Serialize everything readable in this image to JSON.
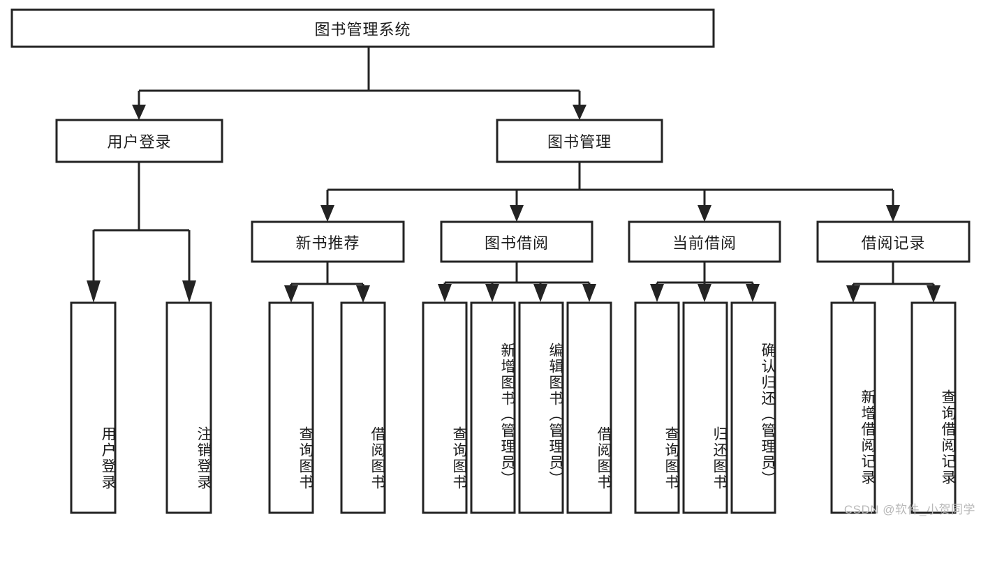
{
  "diagram": {
    "type": "tree-hierarchy",
    "title": "图书管理系统",
    "watermark": "CSDN @软件_小贺同学",
    "colors": {
      "stroke": "#232323",
      "fill": "#ffffff",
      "text": "#1c1c1c",
      "watermark": "#b9b9b9",
      "background": "#ffffff"
    },
    "root": {
      "label": "图书管理系统",
      "orientation": "horizontal"
    },
    "level1": [
      {
        "label": "用户登录",
        "orientation": "horizontal"
      },
      {
        "label": "图书管理",
        "orientation": "horizontal"
      }
    ],
    "level2": [
      {
        "label": "新书推荐",
        "orientation": "horizontal",
        "parent": "图书管理"
      },
      {
        "label": "图书借阅",
        "orientation": "horizontal",
        "parent": "图书管理"
      },
      {
        "label": "当前借阅",
        "orientation": "horizontal",
        "parent": "图书管理"
      },
      {
        "label": "借阅记录",
        "orientation": "horizontal",
        "parent": "图书管理"
      }
    ],
    "leaves": {
      "user_login": [
        {
          "label": "用户登录",
          "orientation": "vertical"
        },
        {
          "label": "注销登录",
          "orientation": "vertical"
        }
      ],
      "new_book_recommend": [
        {
          "label": "查询图书",
          "orientation": "vertical"
        },
        {
          "label": "借阅图书",
          "orientation": "vertical"
        }
      ],
      "book_borrow": [
        {
          "label": "查询图书",
          "orientation": "vertical"
        },
        {
          "label": "新增图书（管理员）",
          "orientation": "vertical"
        },
        {
          "label": "编辑图书（管理员）",
          "orientation": "vertical"
        },
        {
          "label": "借阅图书",
          "orientation": "vertical"
        }
      ],
      "current_borrow": [
        {
          "label": "查询图书",
          "orientation": "vertical"
        },
        {
          "label": "归还图书",
          "orientation": "vertical"
        },
        {
          "label": "确认归还（管理员）",
          "orientation": "vertical"
        }
      ],
      "borrow_record": [
        {
          "label": "新增借阅记录",
          "orientation": "vertical"
        },
        {
          "label": "查询借阅记录",
          "orientation": "vertical"
        }
      ]
    }
  }
}
